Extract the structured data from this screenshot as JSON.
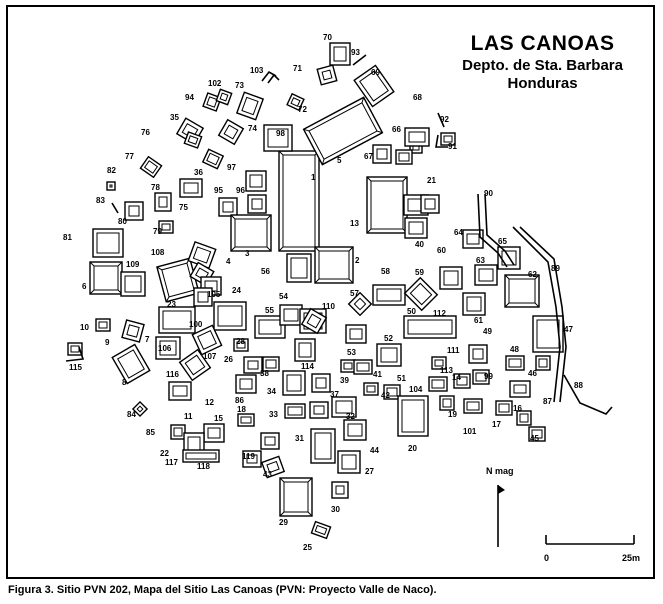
{
  "map": {
    "title": "LAS CANOAS",
    "department": "Depto. de Sta. Barbara",
    "country": "Honduras",
    "north_label": "N mag",
    "scale": {
      "start": "0",
      "end": "25m"
    },
    "caption": "Figura 3.  Sitio PVN 202, Mapa del Sitio Las Canoas (PVN: Proyecto Valle de Naco).",
    "structure_labels": [
      "1",
      "2",
      "3",
      "4",
      "5",
      "6",
      "7",
      "8",
      "9",
      "10",
      "11",
      "12",
      "13",
      "14",
      "15",
      "16",
      "17",
      "18",
      "19",
      "20",
      "21",
      "22",
      "23",
      "24",
      "25",
      "26",
      "27",
      "28",
      "29",
      "30",
      "31",
      "32",
      "33",
      "34",
      "35",
      "36",
      "37",
      "38",
      "39",
      "40",
      "41",
      "42",
      "43",
      "44",
      "45",
      "46",
      "47",
      "48",
      "49",
      "50",
      "51",
      "52",
      "53",
      "54",
      "55",
      "56",
      "57",
      "58",
      "59",
      "60",
      "61",
      "62",
      "63",
      "64",
      "65",
      "66",
      "67",
      "68",
      "69",
      "70",
      "71",
      "72",
      "73",
      "74",
      "75",
      "76",
      "77",
      "78",
      "79",
      "80",
      "81",
      "82",
      "83",
      "84",
      "85",
      "86",
      "87",
      "88",
      "89",
      "90",
      "91",
      "92",
      "93",
      "94",
      "95",
      "96",
      "97",
      "98",
      "99",
      "100",
      "101",
      "102",
      "103",
      "104",
      "105",
      "106",
      "107",
      "108",
      "109",
      "110",
      "111",
      "112",
      "113",
      "114",
      "115",
      "116",
      "117",
      "118",
      "119"
    ]
  }
}
